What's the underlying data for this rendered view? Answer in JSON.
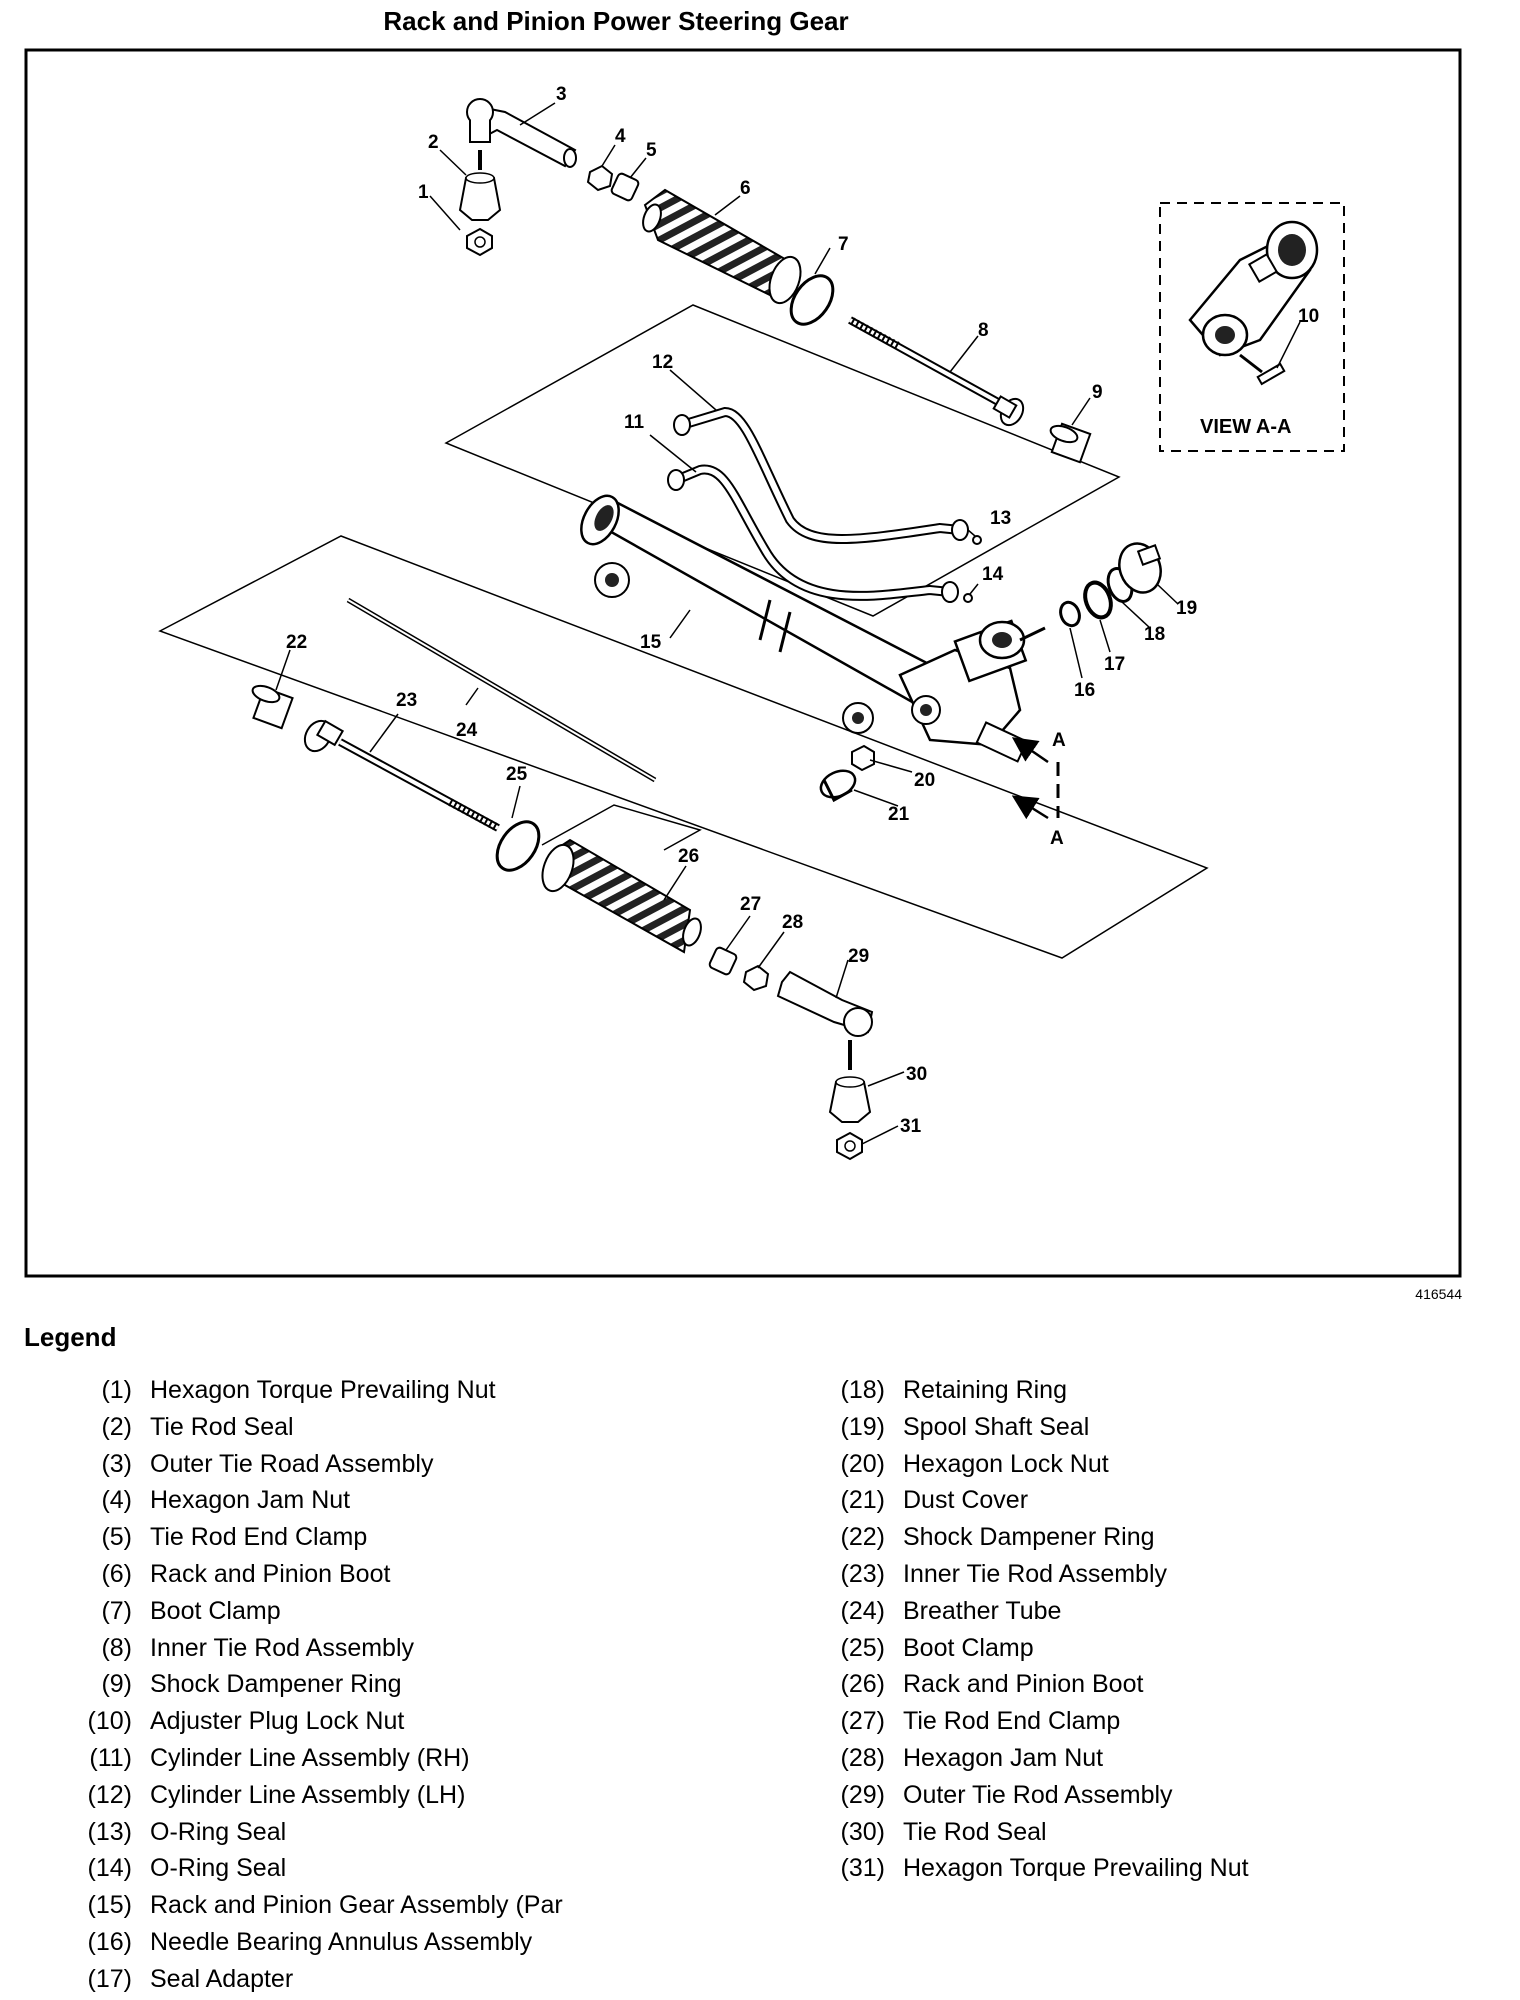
{
  "title": "Rack and Pinion Power Steering Gear",
  "figure_id": "416544",
  "view_label": "VIEW A-A",
  "section_marker": "A",
  "legend_title": "Legend",
  "legend_left": [
    {
      "num": "(1)",
      "label": "Hexagon Torque Prevailing Nut"
    },
    {
      "num": "(2)",
      "label": "Tie Rod Seal"
    },
    {
      "num": "(3)",
      "label": "Outer Tie Road Assembly"
    },
    {
      "num": "(4)",
      "label": "Hexagon Jam Nut"
    },
    {
      "num": "(5)",
      "label": "Tie Rod End Clamp"
    },
    {
      "num": "(6)",
      "label": "Rack and Pinion Boot"
    },
    {
      "num": "(7)",
      "label": "Boot Clamp"
    },
    {
      "num": "(8)",
      "label": "Inner Tie Rod Assembly"
    },
    {
      "num": "(9)",
      "label": "Shock Dampener Ring"
    },
    {
      "num": "(10)",
      "label": "Adjuster Plug Lock Nut"
    },
    {
      "num": "(11)",
      "label": "Cylinder Line Assembly (RH)"
    },
    {
      "num": "(12)",
      "label": "Cylinder Line Assembly (LH)"
    },
    {
      "num": "(13)",
      "label": "O-Ring Seal"
    },
    {
      "num": "(14)",
      "label": "O-Ring Seal"
    },
    {
      "num": "(15)",
      "label": "Rack and Pinion Gear Assembly (Par"
    },
    {
      "num": "(16)",
      "label": "Needle Bearing Annulus Assembly"
    },
    {
      "num": "(17)",
      "label": "Seal Adapter"
    }
  ],
  "legend_right": [
    {
      "num": "(18)",
      "label": "Retaining Ring"
    },
    {
      "num": "(19)",
      "label": "Spool Shaft Seal"
    },
    {
      "num": "(20)",
      "label": "Hexagon Lock Nut"
    },
    {
      "num": "(21)",
      "label": "Dust Cover"
    },
    {
      "num": "(22)",
      "label": "Shock Dampener Ring"
    },
    {
      "num": "(23)",
      "label": "Inner Tie Rod Assembly"
    },
    {
      "num": "(24)",
      "label": "Breather Tube"
    },
    {
      "num": "(25)",
      "label": "Boot Clamp"
    },
    {
      "num": "(26)",
      "label": "Rack and Pinion Boot"
    },
    {
      "num": "(27)",
      "label": "Tie Rod End Clamp"
    },
    {
      "num": "(28)",
      "label": "Hexagon Jam Nut"
    },
    {
      "num": "(29)",
      "label": "Outer Tie Rod Assembly"
    },
    {
      "num": "(30)",
      "label": "Tie Rod Seal"
    },
    {
      "num": "(31)",
      "label": "Hexagon Torque Prevailing Nut"
    }
  ],
  "callouts": [
    "1",
    "2",
    "3",
    "4",
    "5",
    "6",
    "7",
    "8",
    "9",
    "10",
    "11",
    "12",
    "13",
    "14",
    "15",
    "16",
    "17",
    "18",
    "19",
    "20",
    "21",
    "22",
    "23",
    "24",
    "25",
    "26",
    "27",
    "28",
    "29",
    "30",
    "31"
  ]
}
